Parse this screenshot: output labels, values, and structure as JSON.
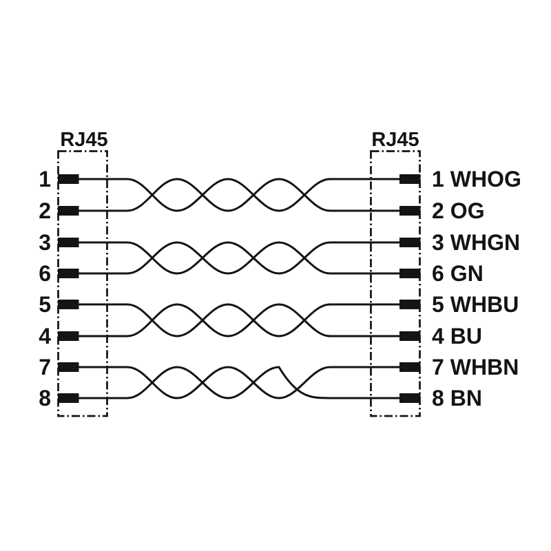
{
  "diagram": {
    "type": "cable-wiring-pinout",
    "connectors": {
      "left": {
        "label": "RJ45"
      },
      "right": {
        "label": "RJ45"
      }
    },
    "rows": [
      {
        "pin": "1",
        "code": "WHOG"
      },
      {
        "pin": "2",
        "code": "OG"
      },
      {
        "pin": "3",
        "code": "WHGN"
      },
      {
        "pin": "6",
        "code": "GN"
      },
      {
        "pin": "5",
        "code": "WHBU"
      },
      {
        "pin": "4",
        "code": "BU"
      },
      {
        "pin": "7",
        "code": "WHBN"
      },
      {
        "pin": "8",
        "code": "BN"
      }
    ],
    "pairs": [
      {
        "pins": [
          "1",
          "2"
        ],
        "crossings": 4
      },
      {
        "pins": [
          "3",
          "6"
        ],
        "crossings": 4
      },
      {
        "pins": [
          "5",
          "4"
        ],
        "crossings": 4
      },
      {
        "pins": [
          "7",
          "8"
        ],
        "crossings": 4
      }
    ],
    "colors": {
      "ink": "#141414",
      "background": "#ffffff"
    }
  }
}
